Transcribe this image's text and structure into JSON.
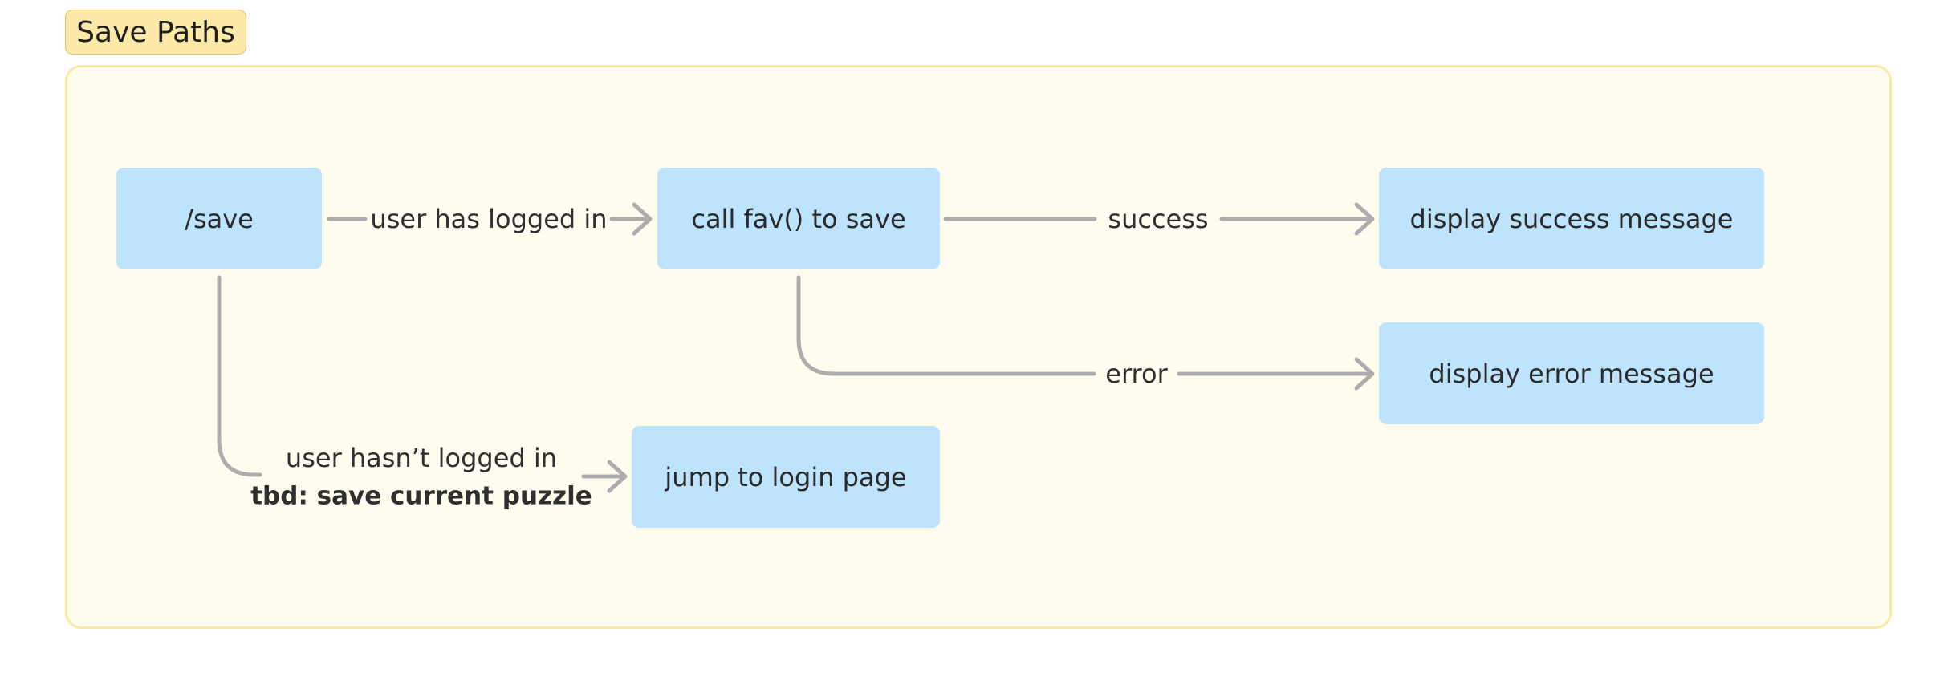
{
  "section": {
    "title": "Save Paths"
  },
  "nodes": {
    "save": "/save",
    "call_fav": "call fav() to save",
    "display_success": "display success message",
    "display_error": "display error message",
    "jump_login": "jump to login page"
  },
  "edges": {
    "logged_in": "user has logged in",
    "success": "success",
    "error": "error",
    "not_logged_in": "user hasn’t logged in",
    "not_logged_in_note": "tbd: save current puzzle"
  },
  "colors": {
    "section_fill": "#fde9a7",
    "frame_fill": "#fefcef",
    "frame_border": "#fbe8a1",
    "node_fill": "#bde3fd",
    "connector": "#adadad"
  }
}
